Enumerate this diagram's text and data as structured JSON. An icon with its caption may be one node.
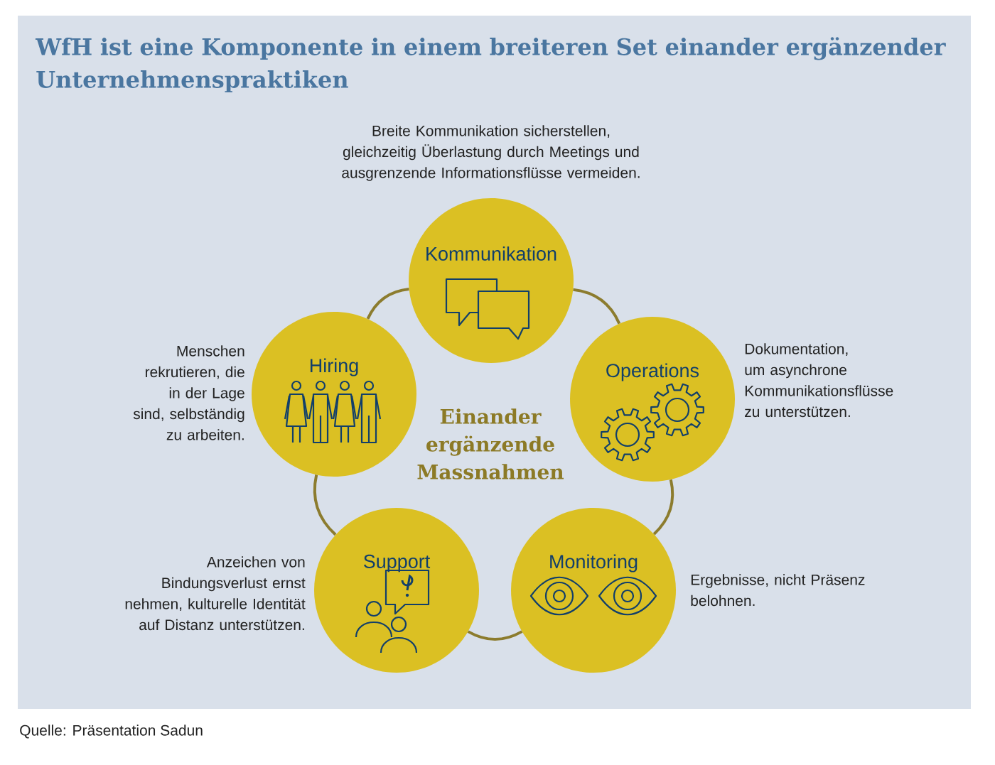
{
  "diagram": {
    "title": "WfH ist eine Komponente in einem breiteren Set einander ergänzender Unternehmenspraktiken",
    "caption": "Quelle: Präsentation Sadun",
    "nodes": [
      {
        "text": [
          "Kommunikation"
        ],
        "beside": [
          "Breite Kommunikation sicherstellen, gleichzeitig Überlastung durch Meetings und ausgrenzende Informationsflüsse vermeiden."
        ]
      },
      {
        "text": [
          "Hiring"
        ],
        "beside": [
          "Menschen rekrutieren, die in der Lage sind, selbständig zu arbeiten."
        ]
      },
      {
        "text": [
          "Operations"
        ],
        "beside": [
          "Dokumentation, um asynchrone Kommunikationsflüsse zu unterstützen."
        ]
      },
      {
        "text": [
          "Support"
        ],
        "beside": [
          "Anzeichen von Bindungsverlust ernst nehmen, kulturelle Identität auf Distanz unterstützen."
        ]
      },
      {
        "text": [
          "Monitoring"
        ],
        "beside": [
          "Ergebnisse, nicht Präsenz belohnen."
        ]
      }
    ],
    "edges": [
      {
        "from": 0,
        "to": 2,
        "arrow": "none"
      },
      {
        "from": 2,
        "to": 4,
        "arrow": "none"
      },
      {
        "from": 4,
        "to": 3,
        "arrow": "none"
      },
      {
        "from": 3,
        "to": 1,
        "arrow": "none"
      },
      {
        "from": 1,
        "to": 0,
        "arrow": "none"
      }
    ],
    "labels": [
      "Einander ergänzende Massnahmen"
    ]
  }
}
